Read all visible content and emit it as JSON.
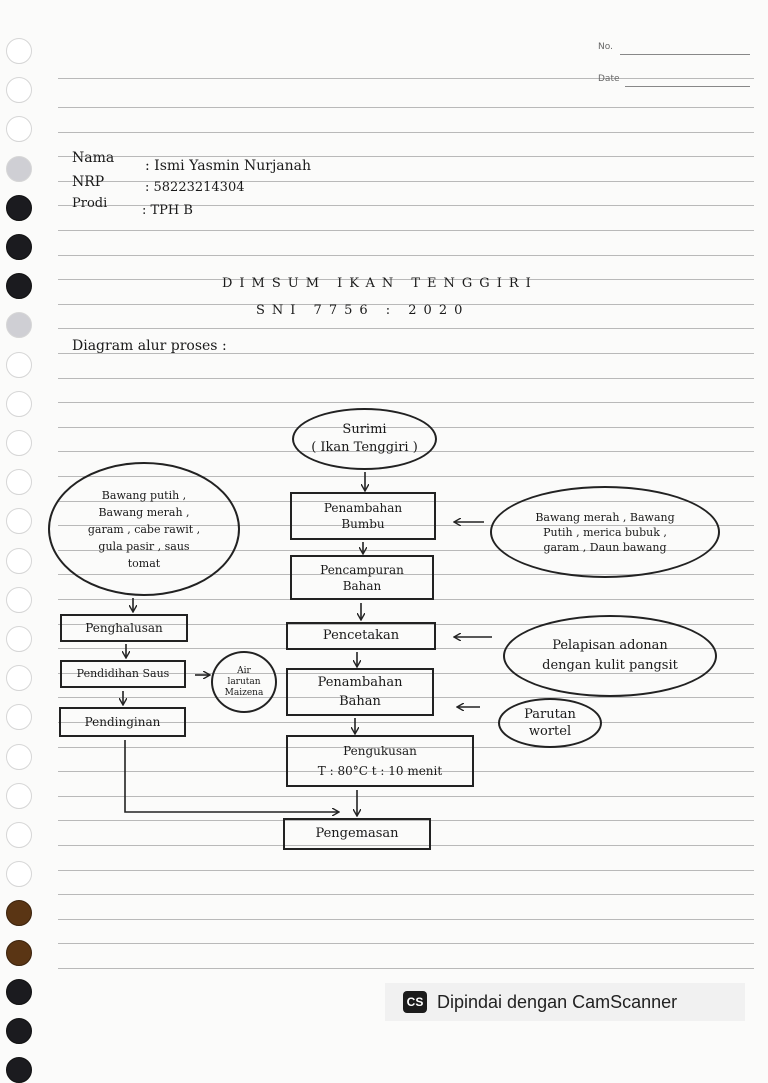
{
  "header": {
    "no_label": "No.",
    "date_label": "Date"
  },
  "identity": {
    "name_label": "Nama",
    "name_value": ": Ismi Yasmin Nurjanah",
    "nrp_label": "NRP",
    "nrp_value": ": 58223214304",
    "prodi_label": "Prodi",
    "prodi_value": ": TPH B"
  },
  "title": {
    "main": "DIMSUM IKAN TENGGIRI",
    "standard": "SNI 7756 : 2020"
  },
  "section_heading": "Diagram alur proses :",
  "diagram": {
    "start": [
      "Surimi",
      "( Ikan Tenggiri )"
    ],
    "main_steps": [
      [
        "Penambahan",
        "Bumbu"
      ],
      [
        "Pencampuran",
        "Bahan"
      ],
      [
        "Pencetakan"
      ],
      [
        "Penambahan",
        "Bahan"
      ],
      [
        "Pengukusan",
        "T : 80°C     t : 10 menit"
      ],
      [
        "Pengemasan"
      ]
    ],
    "right_inputs": [
      [
        "Bawang merah , Bawang",
        "Putih , merica bubuk ,",
        "garam , Daun bawang"
      ],
      [
        "Pelapisan adonan",
        "dengan kulit pangsit"
      ],
      [
        "Parutan",
        "wortel"
      ]
    ],
    "sauce_ingredients": [
      "Bawang putih ,",
      "Bawang merah ,",
      "garam , cabe rawit ,",
      "gula pasir , saus",
      "tomat"
    ],
    "sauce_steps": [
      "Penghalusan",
      "Pendidihan Saus",
      "Pendinginan"
    ],
    "sauce_input": [
      "Air",
      "larutan",
      "Maizena"
    ]
  },
  "watermark": {
    "logo": "CS",
    "text": "Dipindai dengan CamScanner"
  }
}
